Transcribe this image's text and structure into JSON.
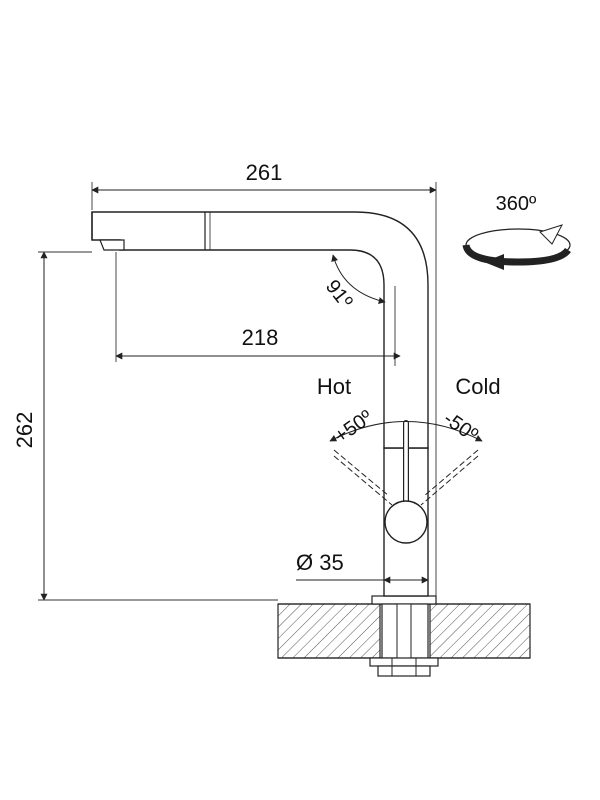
{
  "dimensions": {
    "total_length": "261",
    "spout_reach": "218",
    "height": "262",
    "base_diameter": "Ø 35",
    "rotation": "360º",
    "spout_angle": "91º"
  },
  "lever": {
    "hot_label": "Hot",
    "cold_label": "Cold",
    "hot_angle": "+50º",
    "cold_angle": "-50º"
  },
  "colors": {
    "line": "#222222",
    "dimension": "#333333",
    "hatch": "#555555",
    "background": "#ffffff"
  }
}
